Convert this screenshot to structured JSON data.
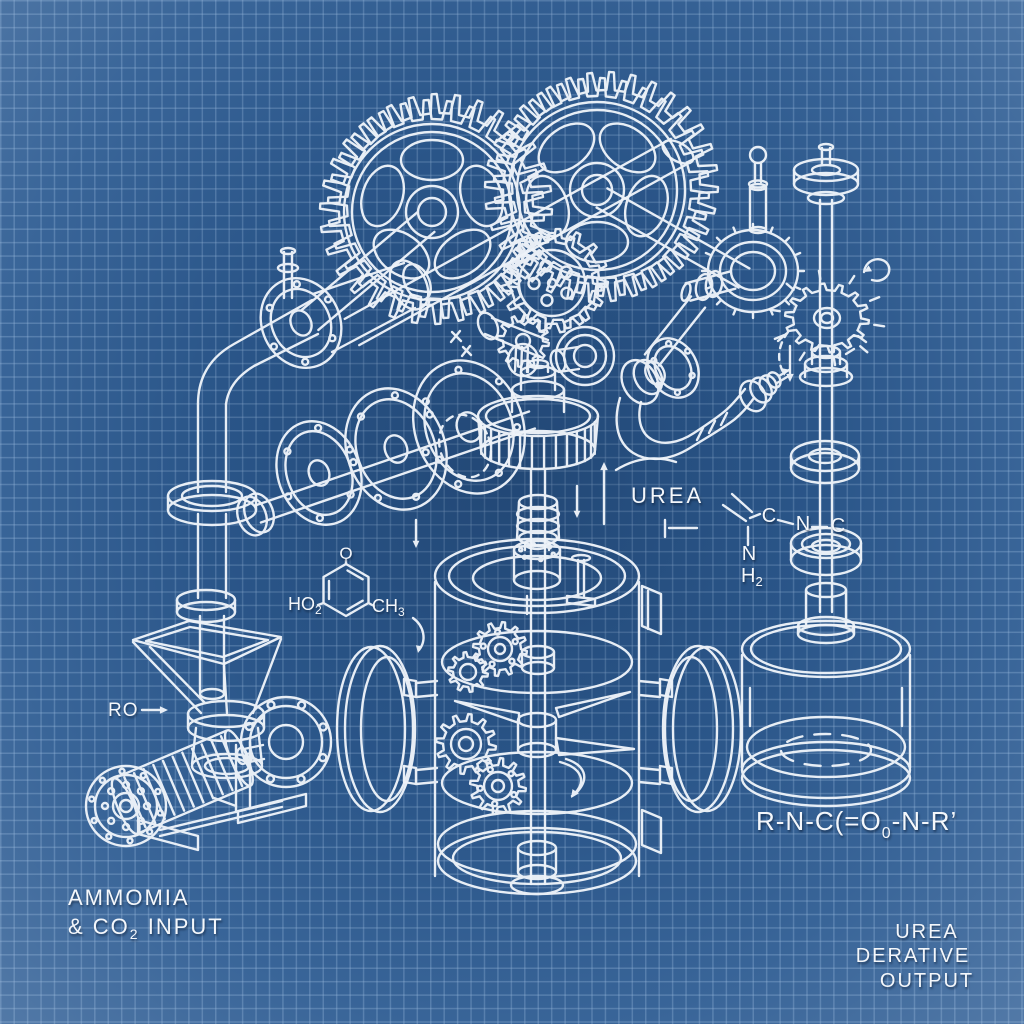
{
  "colors": {
    "background": "#2e5c92",
    "grid": "#96b7dc",
    "ink": "#eef3f9",
    "text": "#f4f7fb"
  },
  "labels": {
    "urea": "UREA",
    "ro": "RO",
    "input_line1": "AMMOMIA",
    "input_line2_prefix": "& CO",
    "input_line2_sub": "2",
    "input_line2_suffix": " INPUT",
    "formula_prefix": "R-N-C(=O",
    "formula_sub": "0",
    "formula_suffix": "-N-R’",
    "output_line1": "UREA",
    "output_line2": "DERATIVE",
    "output_line3": "OUTPUT"
  },
  "chemistry": {
    "ring": {
      "top": "O",
      "left": "HO",
      "left_sub": "2",
      "right": "CH",
      "right_sub": "3"
    },
    "fragment": {
      "c1": "C",
      "n1": "N",
      "c2": "C",
      "n2": "N",
      "h": "H",
      "h_sub": "2"
    }
  }
}
